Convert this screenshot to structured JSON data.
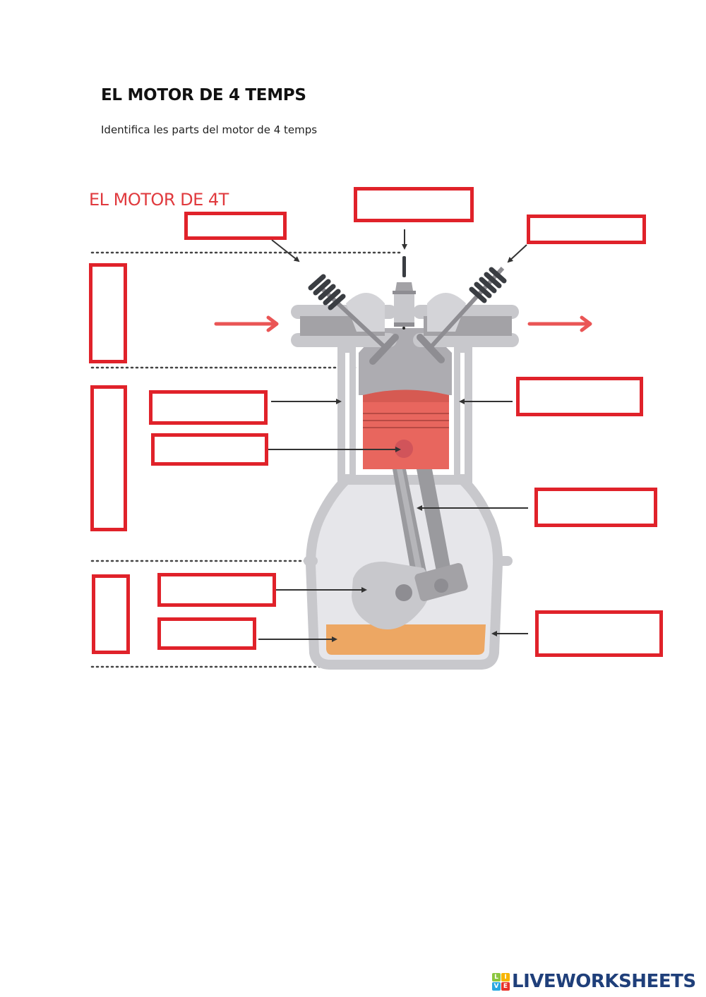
{
  "header": {
    "title": "EL MOTOR DE 4 TEMPS",
    "instruction": "Identifica les parts del motor de 4 temps"
  },
  "diagram": {
    "title": "EL MOTOR DE 4T",
    "colors": {
      "box_border": "#e0222a",
      "title_red": "#e03a3e",
      "flow_arrow": "#ea5555",
      "piston": "#e8665e",
      "oil": "#eda763",
      "engine_gray": "#c8c8cc",
      "dark_gray": "#9a9a9e",
      "spring": "#3a3d42",
      "arrow": "#333333"
    },
    "answer_boxes": [
      {
        "id": "intake-valve",
        "value": ""
      },
      {
        "id": "spark-plug",
        "value": ""
      },
      {
        "id": "exhaust-valve",
        "value": ""
      },
      {
        "id": "section-head",
        "value": ""
      },
      {
        "id": "cylinder-left",
        "value": ""
      },
      {
        "id": "piston-pin",
        "value": ""
      },
      {
        "id": "section-block",
        "value": ""
      },
      {
        "id": "cylinder-right",
        "value": ""
      },
      {
        "id": "connecting-rod",
        "value": ""
      },
      {
        "id": "section-crankcase",
        "value": ""
      },
      {
        "id": "crankshaft",
        "value": ""
      },
      {
        "id": "oil",
        "value": ""
      },
      {
        "id": "crankcase",
        "value": ""
      }
    ]
  },
  "footer": {
    "brand": "LIVEWORKSHEETS",
    "logo_letters": [
      "L",
      "I",
      "V",
      "E"
    ],
    "logo_colors": [
      "#8cc63f",
      "#f7b500",
      "#29a8e0",
      "#e8332a"
    ]
  }
}
